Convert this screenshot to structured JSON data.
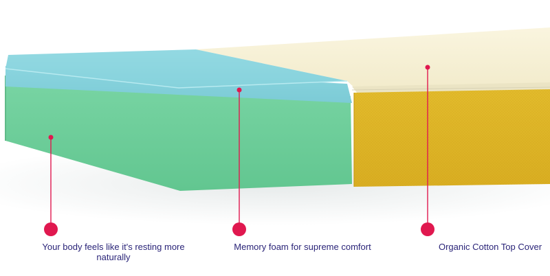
{
  "colors": {
    "background": "#ffffff",
    "floor_shadow": "#eef0f0",
    "green_foam": "#6fcf9c",
    "blue_foam": "#8ed6df",
    "cream_cover": "#f7f1d6",
    "yellow_foam": "#dfb628",
    "marker": "#e0184f",
    "caption_text": "#2a2478"
  },
  "callouts": [
    {
      "text": "Your body feels like it's resting more naturally",
      "marker_icon": "pink-dot-marker"
    },
    {
      "text": "Memory foam for supreme comfort",
      "marker_icon": "pink-dot-marker"
    },
    {
      "text": "Organic Cotton Top Cover",
      "marker_icon": "pink-dot-marker"
    }
  ]
}
